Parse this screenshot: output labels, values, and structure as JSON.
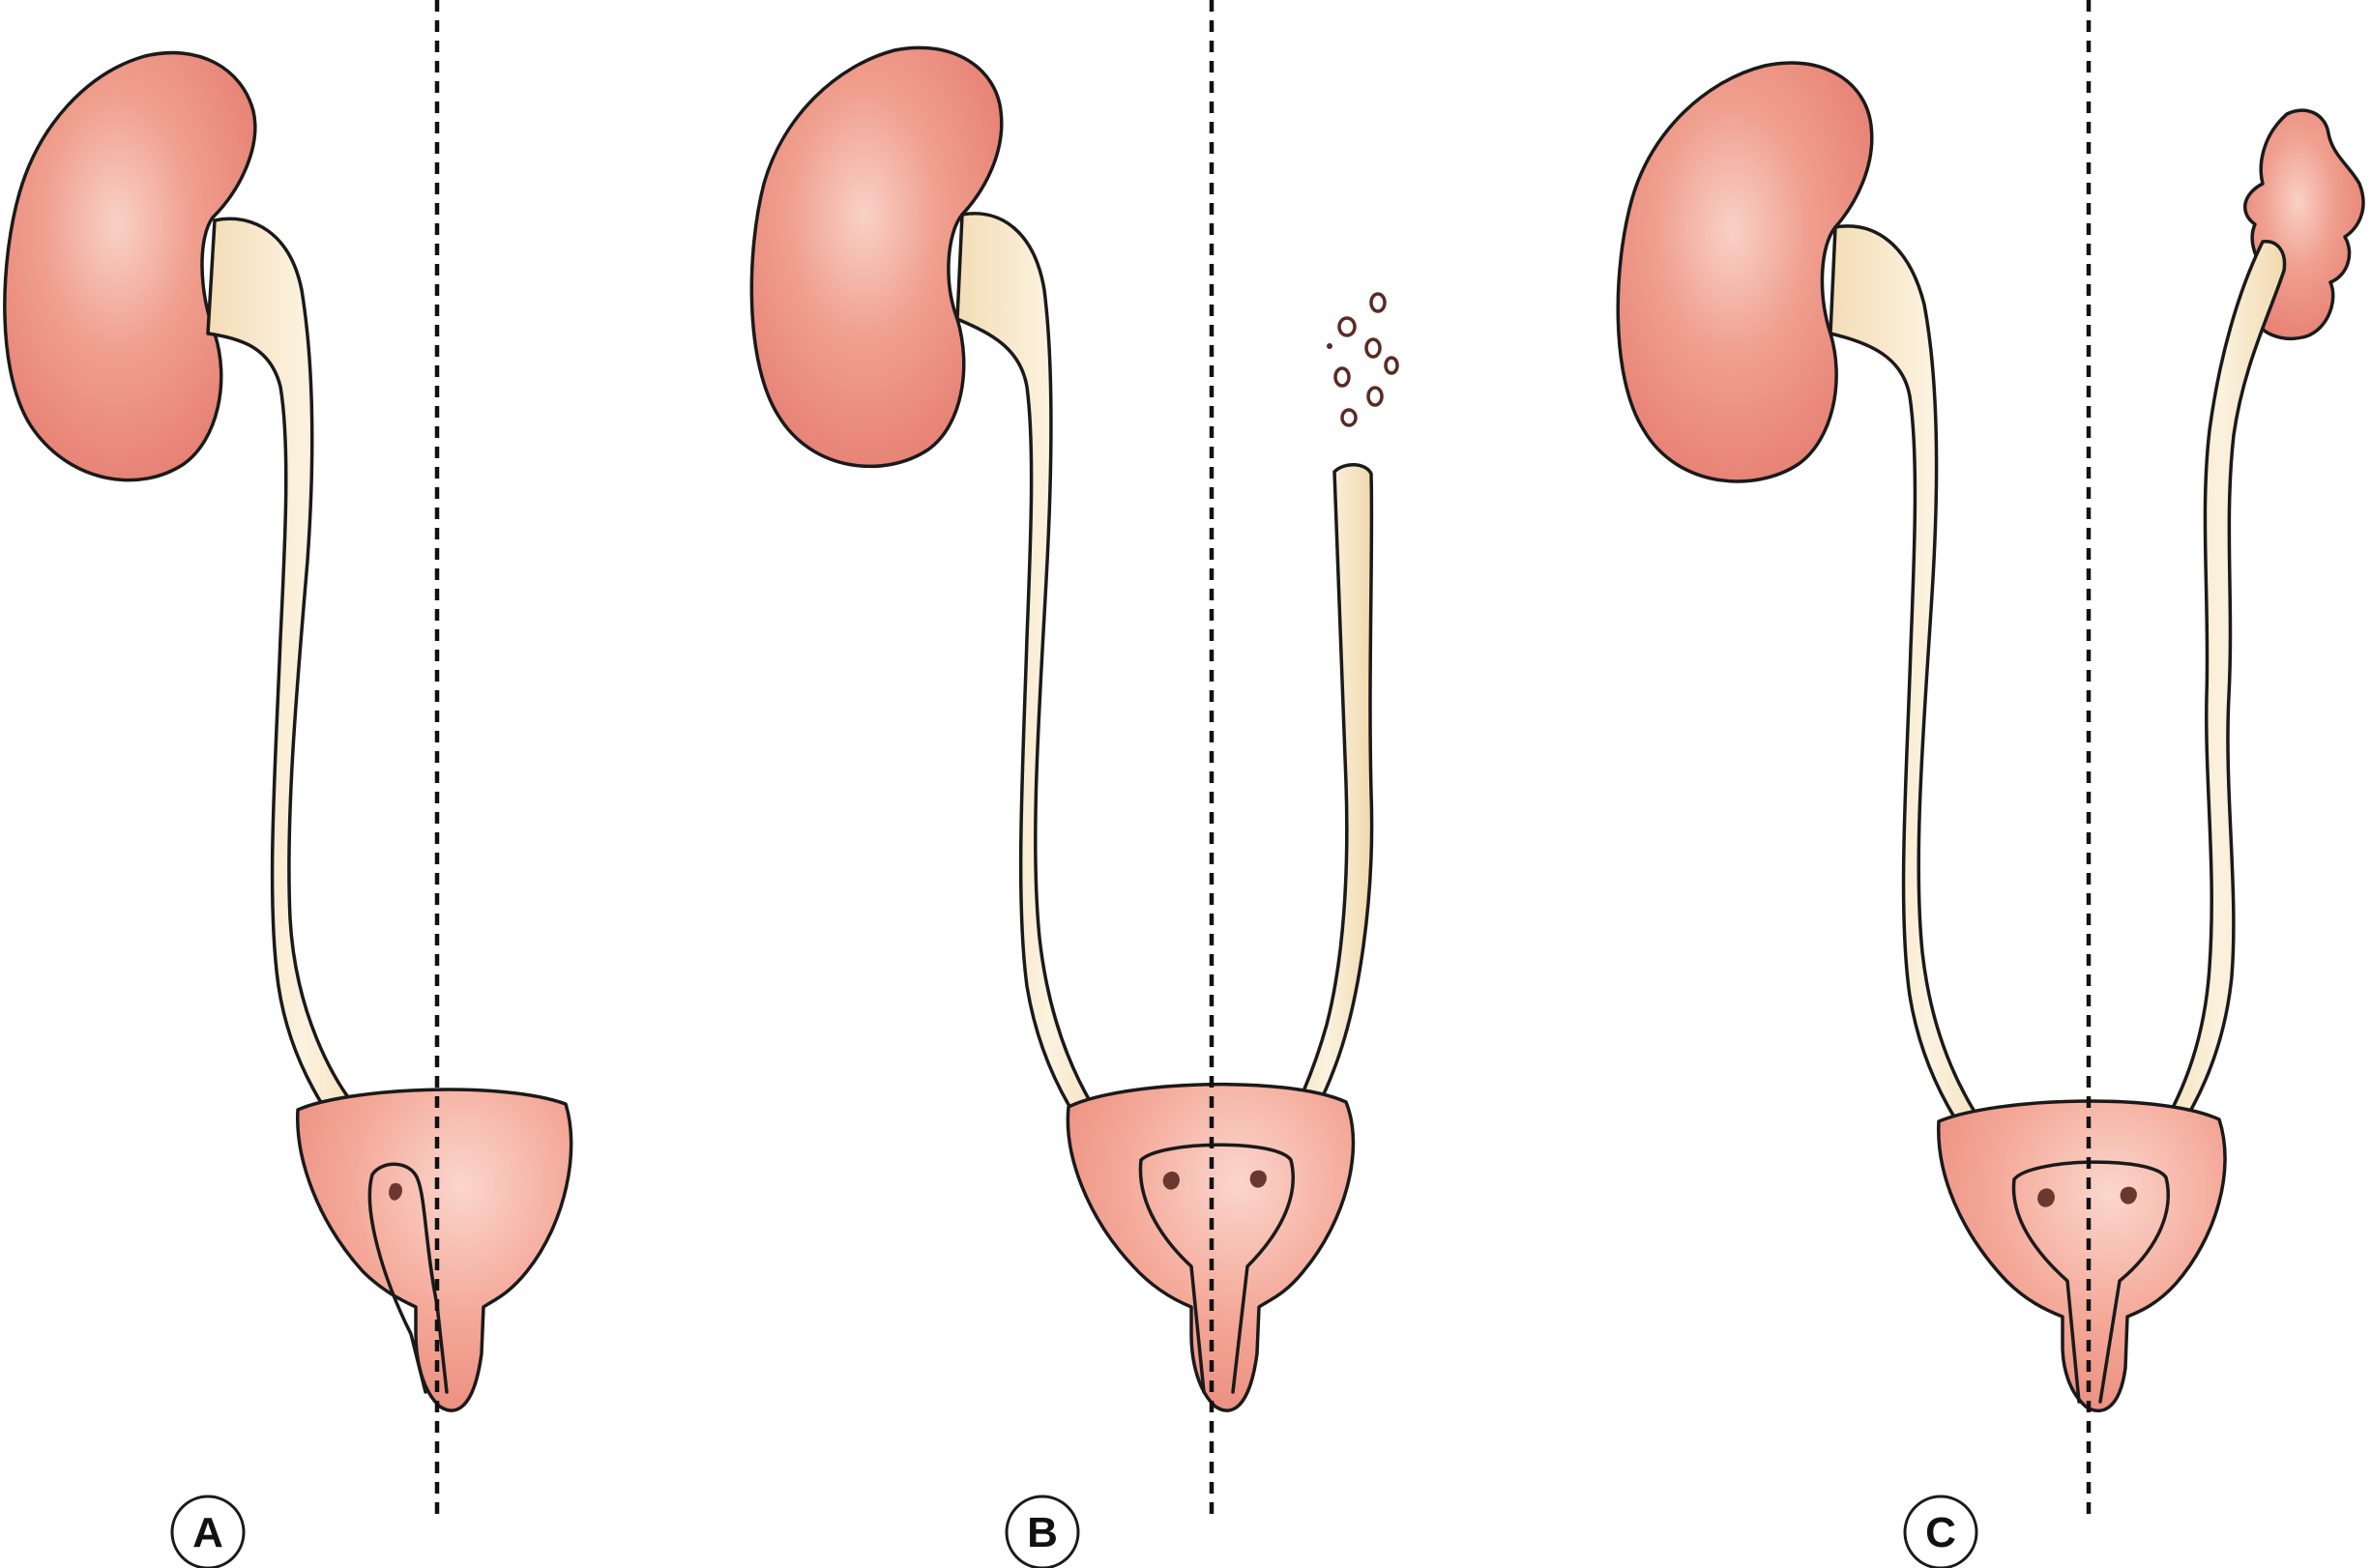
{
  "panels": [
    {
      "label": "A"
    },
    {
      "label": "B"
    },
    {
      "label": "C"
    }
  ],
  "colors": {
    "kidney": "#ec8a7c",
    "kidney_highlight": "#f8c9bd",
    "ureter": "#f6e5c4",
    "bladder": "#f3a393",
    "outline": "#1a1a1a"
  }
}
